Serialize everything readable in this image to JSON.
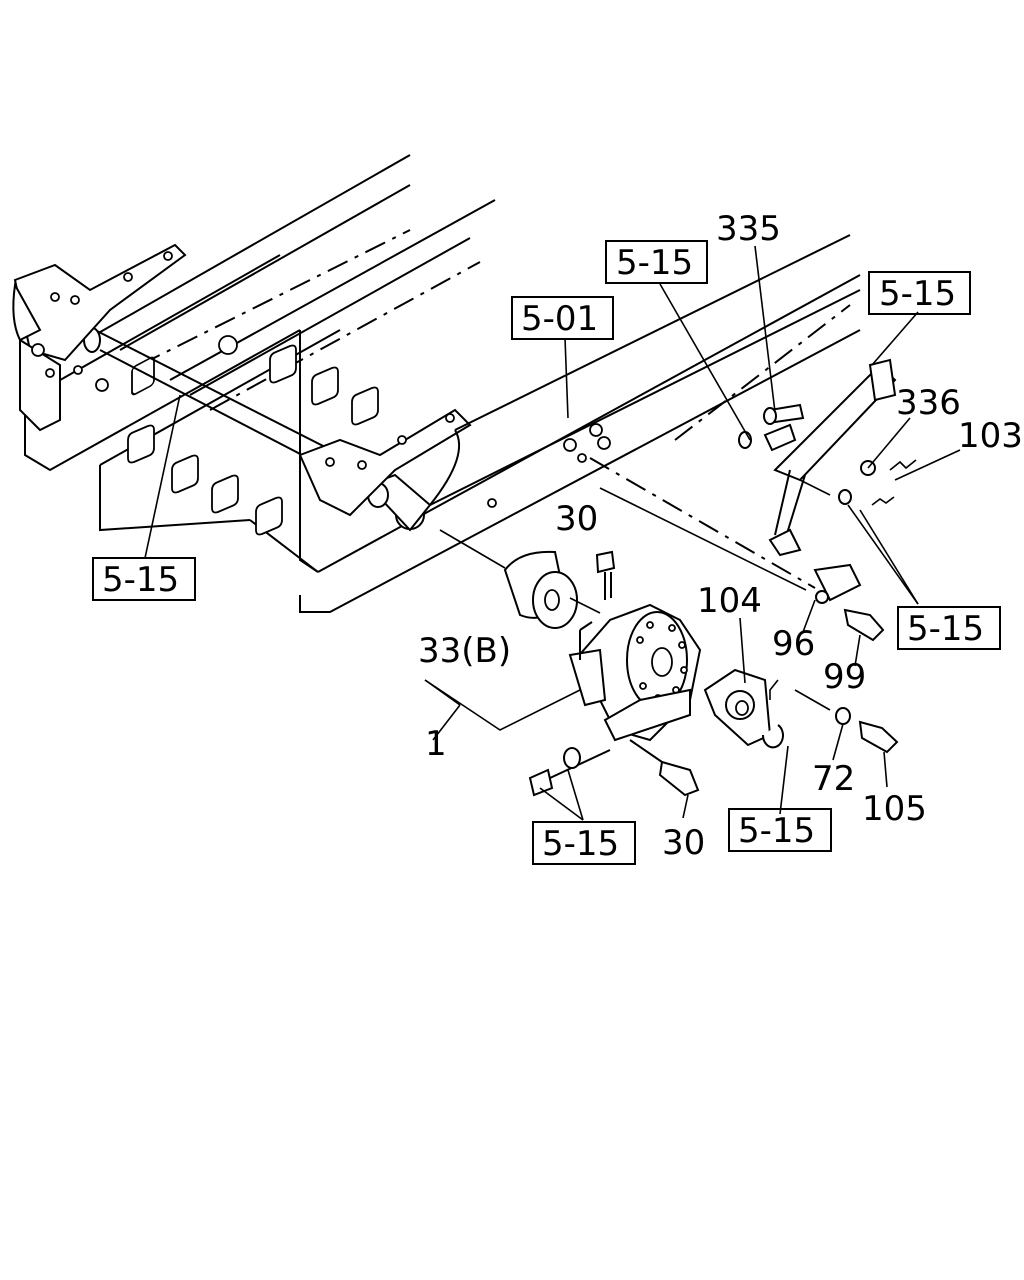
{
  "diagram": {
    "part_labels": {
      "p335": "335",
      "p336": "336",
      "p103": "103",
      "p30_top": "30",
      "p104": "104",
      "p33b": "33(B)",
      "p96": "96",
      "p99": "99",
      "p1": "1",
      "p72": "72",
      "p105": "105",
      "p30_bottom": "30"
    },
    "ref_boxes": {
      "ref_515_upper_center": "5-15",
      "ref_515_upper_right": "5-15",
      "ref_501": "5-01",
      "ref_515_left": "5-15",
      "ref_515_mid_right": "5-15",
      "ref_515_bottom_left": "5-15",
      "ref_515_bottom_right": "5-15"
    }
  }
}
